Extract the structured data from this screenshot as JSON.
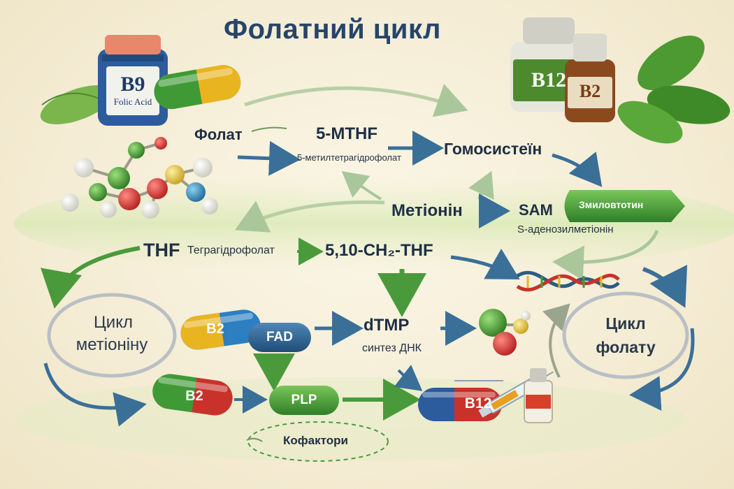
{
  "title": "Фолатний цикл",
  "nodes": {
    "folate": "Фолат",
    "mthf": "5-MTHF",
    "mthf_sub": "5-метилтетрагідрофолат",
    "homocysteine": "Гомосистеїн",
    "methionine": "Метіонін",
    "sam": "SAM",
    "sam_sub": "S-аденозилметіонін",
    "methylation": "Змиловтотин",
    "thf": "THF",
    "thf_sub": "Теграгідрофолат",
    "ch2thf": "5,10-CH₂-THF",
    "dtmp": "dTMP",
    "dtmp_sub": "синтез ДНК",
    "fad": "FAD",
    "plp": "PLP",
    "cofactors": "Кофактори",
    "cycle_methionine_line1": "Цикл",
    "cycle_methionine_line2": "метіоніну",
    "cycle_folate_line1": "Цикл",
    "cycle_folate_line2": "фолату"
  },
  "vitamins": {
    "b9_bottle": "B9",
    "b9_bottle_sub": "Folic Acid",
    "b12_bottle": "B12",
    "b2_bottle": "B2",
    "b2_capsule_top": "B2",
    "b2_capsule_bottom": "B2",
    "b12_capsule": "B12"
  },
  "colors": {
    "title": "#27456a",
    "arrow_blue": "#3a6f98",
    "arrow_green": "#4a9a3c",
    "pill_green": "#3f9a36",
    "pill_navy": "#2c5c86",
    "bottle_blue": "#2c5c9c",
    "bottle_green": "#4d8a2e",
    "bottle_brown": "#8a4a1e",
    "capsule_red": "#c8322a",
    "capsule_yellow": "#e8b420"
  }
}
